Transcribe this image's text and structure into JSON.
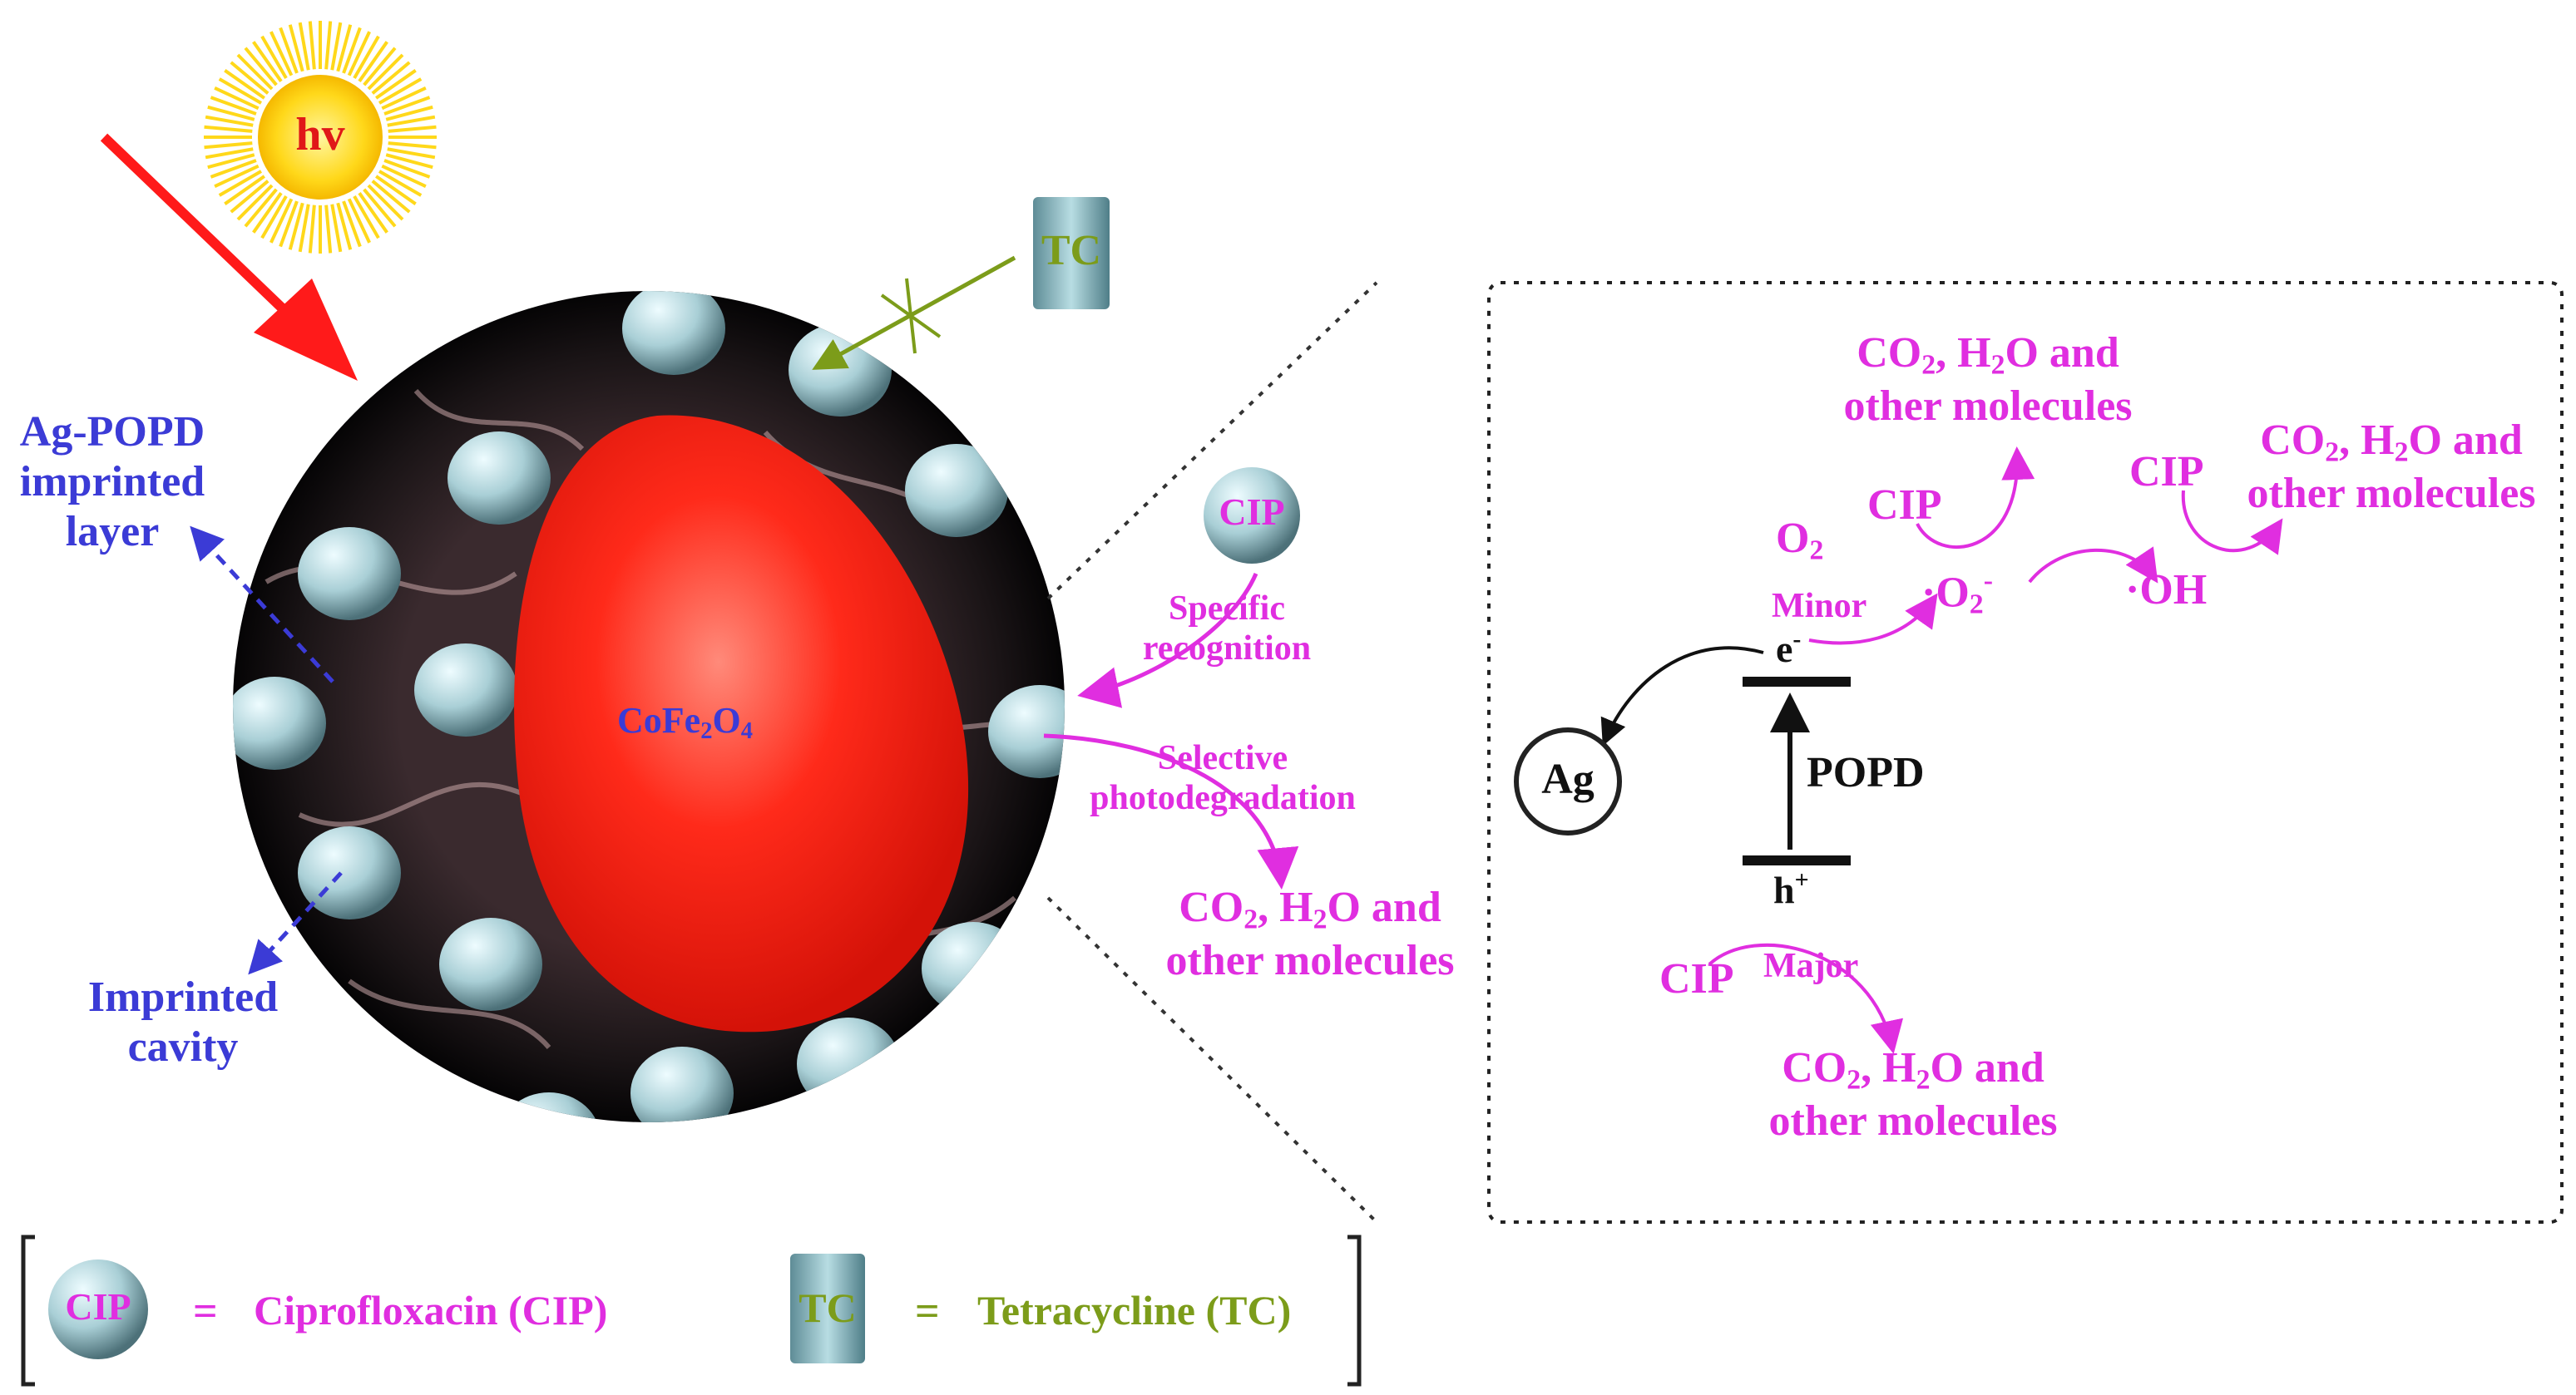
{
  "sun": {
    "label": "hv"
  },
  "core": {
    "formula_main": "CoFe",
    "formula_sub1": "2",
    "formula_mid": "O",
    "formula_sub2": "4"
  },
  "left_labels": {
    "imprinted_layer": [
      "Ag-POPD",
      "imprinted",
      "layer"
    ],
    "imprinted_cavity": [
      "Imprinted",
      "cavity"
    ]
  },
  "tc_top": {
    "label": "TC"
  },
  "cip_top": {
    "label": "CIP"
  },
  "recognition": [
    "Specific",
    "recognition"
  ],
  "photodegradation": [
    "Selective",
    "photodegradation"
  ],
  "products_main": {
    "line1_a": "CO",
    "line1_sub1": "2",
    "line1_b": ", H",
    "line1_sub2": "2",
    "line1_c": "O and",
    "line2": "other molecules"
  },
  "mechanism": {
    "products_top_left": {
      "line1_a": "CO",
      "line1_sub1": "2",
      "line1_b": ", H",
      "line1_sub2": "2",
      "line1_c": "O and",
      "line2": "other molecules"
    },
    "products_top_right": {
      "line1_a": "CO",
      "line1_sub1": "2",
      "line1_b": ", H",
      "line1_sub2": "2",
      "line1_c": "O and",
      "line2": "other molecules"
    },
    "products_bottom": {
      "line1_a": "CO",
      "line1_sub1": "2",
      "line1_b": ", H",
      "line1_sub2": "2",
      "line1_c": "O and",
      "line2": "other molecules"
    },
    "cip_a": "CIP",
    "cip_b": "CIP",
    "cip_c": "CIP",
    "o2": {
      "main": "O",
      "sub": "2"
    },
    "minor": "Minor",
    "major": "Major",
    "superoxide": {
      "dot": "·",
      "main": "O",
      "sub": "2",
      "sup": "-"
    },
    "hydroxyl": "·OH",
    "electron": {
      "main": "e",
      "sup": "-"
    },
    "hole": {
      "main": "h",
      "sup": "+"
    },
    "popd": "POPD",
    "ag": "Ag"
  },
  "legend": {
    "cip_symbol": "CIP",
    "cip_eq": "=",
    "cip_text": "Ciprofloxacin (CIP)",
    "tc_symbol": "TC",
    "tc_eq": "=",
    "tc_text": "Tetracycline (TC)"
  },
  "colors": {
    "blue": "#3b3bd6",
    "magenta": "#e02ee0",
    "olive": "#7c9c1a",
    "red_core": "#ff2a1a",
    "red_arrow": "#ff1a1a",
    "sun": "#ffd81a"
  }
}
